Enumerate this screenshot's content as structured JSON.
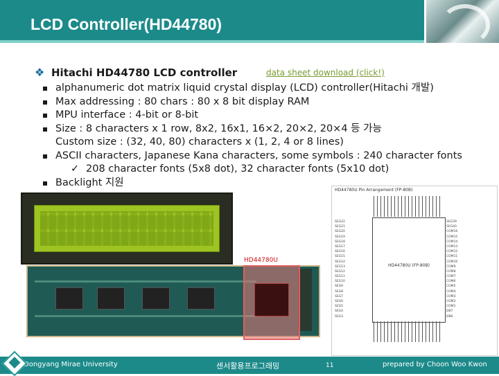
{
  "header": {
    "title": "LCD Controller(HD44780)"
  },
  "main": {
    "heading": "Hitachi HD44780 LCD controller",
    "link_text": "data sheet download (click!)",
    "bullets": [
      "alphanumeric dot matrix liquid crystal display (LCD) controller(Hitachi 개발)",
      "Max addressing : 80 chars : 80 x 8 bit display RAM",
      "MPU interface : 4-bit or 8-bit",
      "Size : 8 characters x 1 row, 8x2, 16x1, 16×2, 20×2, 20×4 등 가능",
      "Custom size : (32, 40, 80) characters x (1, 2, 4 or 8 lines)",
      "ASCII characters, Japanese Kana characters, some symbols : 240 character fonts",
      "208 character fonts (5x8 dot), 32 character fonts (5x10 dot)",
      "Backlight 지원"
    ]
  },
  "images": {
    "chip_label": "HD44780U",
    "pin_diagram_title": "HD44780U Pin Arrangement (FP-80B)",
    "pin_diagram_chip": "HD44780U (FP-80B)",
    "left_pins": [
      "SEG22",
      "SEG21",
      "SEG20",
      "SEG19",
      "SEG18",
      "SEG17",
      "SEG16",
      "SEG15",
      "SEG14",
      "SEG13",
      "SEG12",
      "SEG11",
      "SEG10",
      "SEG9",
      "SEG8",
      "SEG7",
      "SEG6",
      "SEG5",
      "SEG4",
      "SEG3"
    ],
    "right_pins": [
      "SEG39",
      "SEG40",
      "COM16",
      "COM15",
      "COM14",
      "COM13",
      "COM12",
      "COM11",
      "COM10",
      "COM9",
      "COM8",
      "COM7",
      "COM6",
      "COM5",
      "COM4",
      "COM3",
      "COM2",
      "COM1",
      "DB7",
      "DB6"
    ]
  },
  "footer": {
    "university": "Dongyang Mirae University",
    "course": "센서활용프로그래밍",
    "page": "11",
    "author": "prepared by Choon Woo Kwon"
  },
  "colors": {
    "header": "#1d8a8a",
    "link": "#7a9a30",
    "accent_diamond": "#1a6aa0"
  }
}
